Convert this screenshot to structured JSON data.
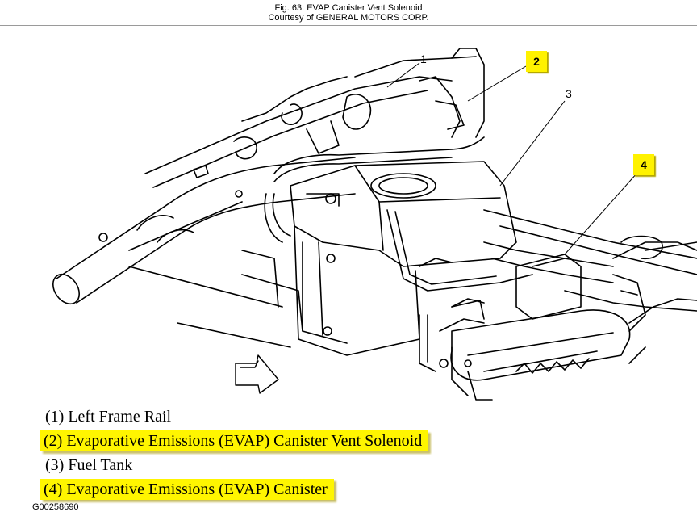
{
  "header": {
    "line1": "Fig. 63: EVAP Canister Vent Solenoid",
    "line2": "Courtesy of GENERAL MOTORS CORP."
  },
  "callouts": {
    "c1": "1",
    "c2": "2",
    "c3": "3",
    "c4": "4"
  },
  "legend": [
    {
      "text": "(1) Left Frame Rail",
      "highlighted": false
    },
    {
      "text": "(2) Evaporative Emissions (EVAP) Canister Vent Solenoid",
      "highlighted": true
    },
    {
      "text": "(3) Fuel Tank",
      "highlighted": false
    },
    {
      "text": "(4) Evaporative Emissions (EVAP) Canister",
      "highlighted": true
    }
  ],
  "figure_code": "G00258690",
  "colors": {
    "highlight": "#fff500",
    "line": "#000000"
  }
}
